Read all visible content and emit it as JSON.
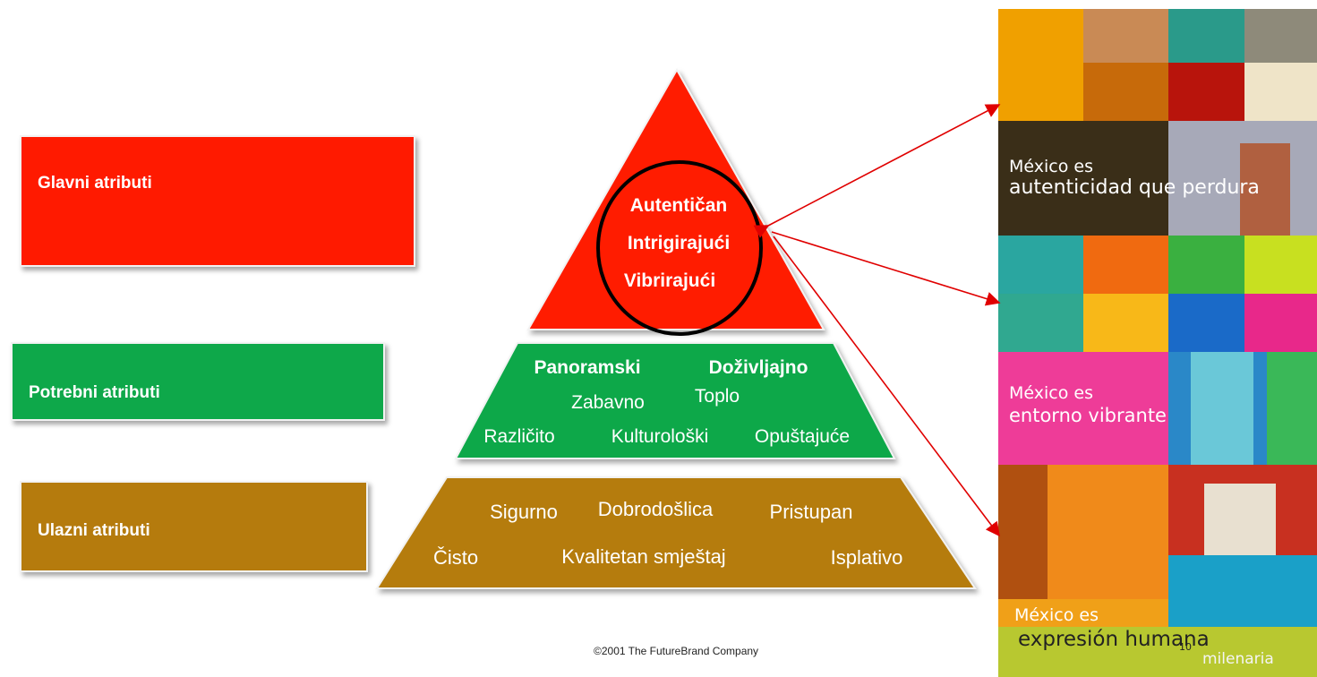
{
  "left_labels": {
    "main": "Glavni atributi",
    "required": "Potrebni atributi",
    "entry": "Ulazni atributi"
  },
  "pyramid": {
    "top": [
      "Autentičan",
      "Intrigirajući",
      "Vibrirajući"
    ],
    "middle": {
      "row1": [
        "Panoramski",
        "Doživljajno"
      ],
      "row2": [
        "Zabavno",
        "Toplo"
      ],
      "row3": [
        "Različito",
        "Kulturološki",
        "Opuštajuće"
      ]
    },
    "bottom": {
      "row1": [
        "Sigurno",
        "Dobrodošlica",
        "Pristupan"
      ],
      "row2": [
        "Čisto",
        "Kvalitetan smještaj",
        "Isplativo"
      ]
    }
  },
  "copyright": "©2001 The FutureBrand Company",
  "collage": {
    "caption1": {
      "line1": "México es",
      "line2": "autenticidad que perdura"
    },
    "caption2": {
      "line1": "México es",
      "line2": "entorno vibrante"
    },
    "caption3": {
      "line1": "México es",
      "line2": "expresión humana",
      "line3": "milenaria"
    },
    "page_number": "10"
  },
  "colors": {
    "red": "#ff1a00",
    "green": "#0ea84a",
    "gold": "#b57b0d",
    "arrow": "#e00000"
  }
}
